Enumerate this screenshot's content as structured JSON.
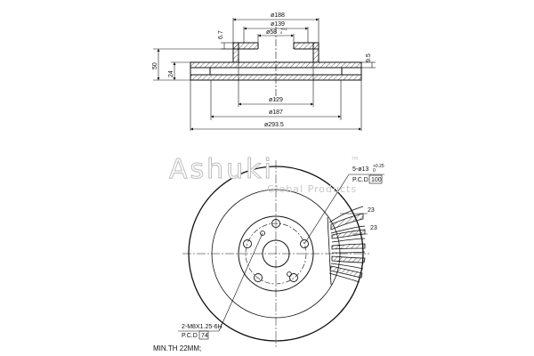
{
  "dimensions": {
    "d188": "ø188",
    "d139": "ø139",
    "d58": "ø58",
    "d58_tol": "+0.1",
    "d58_tol2": "0",
    "d129": "ø129",
    "d187": "ø187",
    "d293": "ø293.5",
    "h67": "6.7",
    "h50": "50",
    "h24": "24",
    "h95": "9.5",
    "d23a": "23",
    "d23b": "23"
  },
  "annotations": {
    "holes": "5-ø13",
    "holes_tol": "+0.25",
    "holes_tol2": "0",
    "pcd_top_label": "P.C.D",
    "pcd_top_value": "100",
    "thread": "2-M8X1.25-6H",
    "pcd_bottom_label": "P.C.D",
    "pcd_bottom_value": "74",
    "min_thickness": "MIN.TH 22MM;"
  },
  "watermark": {
    "brand": "Ashuki",
    "tm": "TM",
    "subtitle": "Global Products"
  },
  "colors": {
    "line": "#111111",
    "watermark": "#bdbdbd"
  }
}
